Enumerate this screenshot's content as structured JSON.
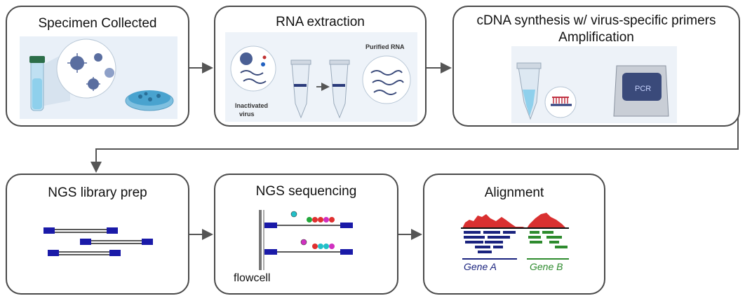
{
  "steps": [
    {
      "title": "Specimen Collected"
    },
    {
      "title": "RNA extraction",
      "label_purified": "Purified RNA",
      "label_inactivated_1": "Inactivated",
      "label_inactivated_2": "virus"
    },
    {
      "title_line1": "cDNA synthesis w/ virus-specific primers",
      "title_line2": "Amplification",
      "label_pcr": "PCR"
    },
    {
      "title": "NGS library prep"
    },
    {
      "title": "NGS sequencing",
      "label_flowcell": "flowcell"
    },
    {
      "title": "Alignment",
      "label_gene_a": "Gene A",
      "label_gene_b": "Gene B"
    }
  ],
  "colors": {
    "box_border": "#4a4a4a",
    "read_blue": "#1a1aa8",
    "gene_a": "#1a237e",
    "gene_b": "#2e8b2e",
    "coverage": "#d93030"
  }
}
